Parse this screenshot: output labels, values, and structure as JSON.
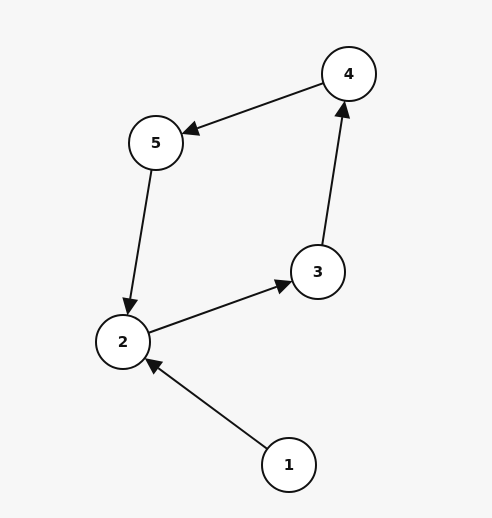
{
  "diagram": {
    "type": "directed-graph",
    "colors": {
      "background": "#f7f7f7",
      "node_fill": "#ffffff",
      "stroke": "#111111"
    },
    "nodes": [
      {
        "id": "1",
        "label": "1"
      },
      {
        "id": "2",
        "label": "2"
      },
      {
        "id": "3",
        "label": "3"
      },
      {
        "id": "4",
        "label": "4"
      },
      {
        "id": "5",
        "label": "5"
      }
    ],
    "edges": [
      {
        "from": "1",
        "to": "2"
      },
      {
        "from": "2",
        "to": "3"
      },
      {
        "from": "3",
        "to": "4"
      },
      {
        "from": "4",
        "to": "5"
      },
      {
        "from": "5",
        "to": "2"
      }
    ]
  }
}
